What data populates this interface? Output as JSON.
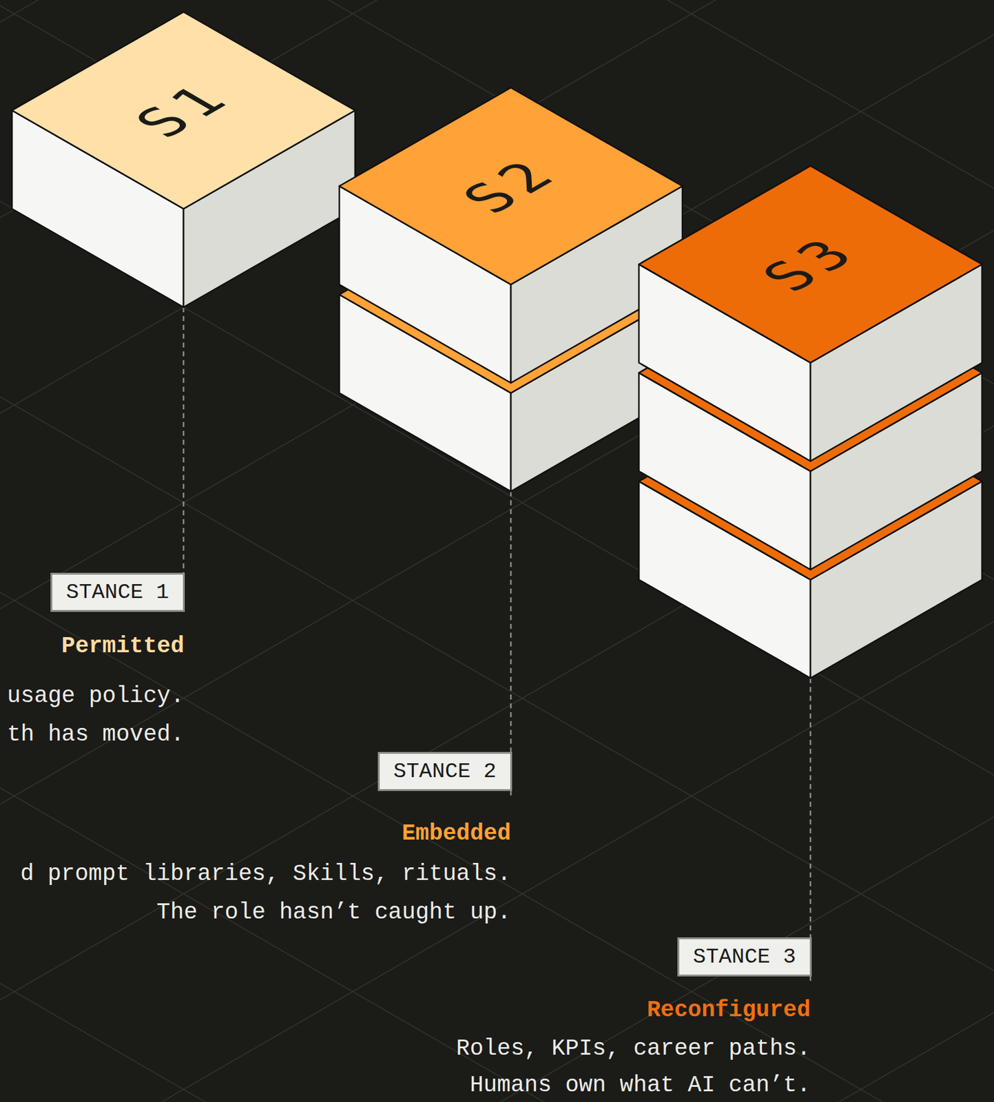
{
  "diagram": {
    "nodes": [
      {
        "text": [
          "S1"
        ]
      },
      {
        "text": [
          "STANCE 1"
        ]
      },
      {
        "text": [
          "S2"
        ]
      },
      {
        "text": [
          "STANCE 2"
        ]
      },
      {
        "text": [
          "S3"
        ]
      },
      {
        "text": [
          "STANCE 3"
        ]
      }
    ],
    "edges": [
      {
        "from": 0,
        "to": 1,
        "arrow": "none"
      },
      {
        "from": 2,
        "to": 3,
        "arrow": "none"
      },
      {
        "from": 4,
        "to": 5,
        "arrow": "none"
      }
    ],
    "labels": [
      "Permitted",
      "usage policy. th has moved.",
      "Embedded",
      "d prompt libraries, Skills, rituals. The role hasn’t caught up.",
      "Reconfigured",
      "Roles, KPIs, career paths. Humans own what AI can’t."
    ]
  }
}
